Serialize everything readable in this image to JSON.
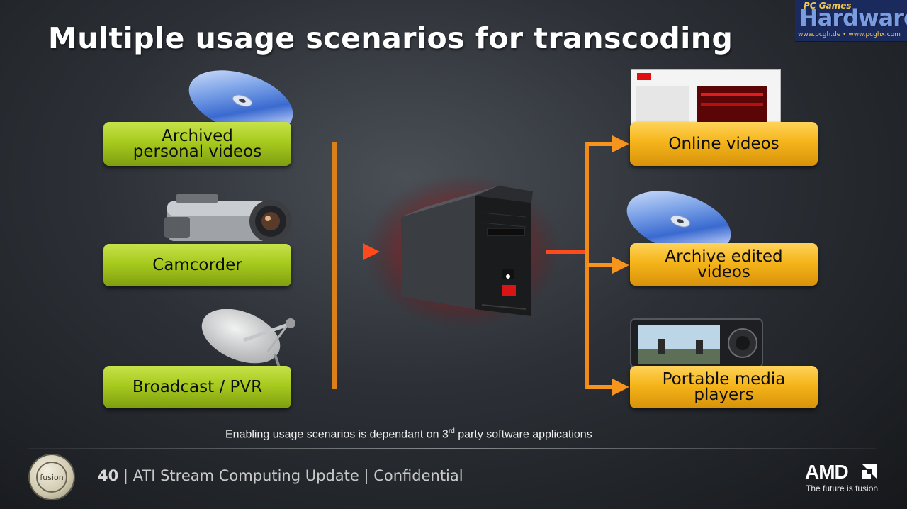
{
  "title": "Multiple usage scenarios for transcoding",
  "watermark": {
    "brand_top": "PC Games",
    "brand": "Hardware",
    "urls": "www.pcgh.de • www.pcghx.com"
  },
  "sources": [
    {
      "label_line1": "Archived",
      "label_line2": "personal videos",
      "icon": "dvd-disc-icon"
    },
    {
      "label_line1": "Camcorder",
      "label_line2": "",
      "icon": "camcorder-icon"
    },
    {
      "label_line1": "Broadcast / PVR",
      "label_line2": "",
      "icon": "satellite-dish-icon"
    }
  ],
  "outputs": [
    {
      "label_line1": "Online videos",
      "label_line2": "",
      "icon": "video-website-screenshot"
    },
    {
      "label_line1": "Archive edited",
      "label_line2": "videos",
      "icon": "dvd-disc-icon"
    },
    {
      "label_line1": "Portable media",
      "label_line2": "players",
      "icon": "media-player-icon"
    }
  ],
  "center_icon": "pc-tower-icon",
  "note": {
    "text_before": "Enabling usage scenarios is dependant on 3",
    "sup": "rd",
    "text_after": " party software applications"
  },
  "footer": {
    "page_number": "40",
    "text": " | ATI Stream Computing Update | Confidential"
  },
  "logos": {
    "fusion": "fusion",
    "amd": "AMD",
    "tagline": "The future is fusion"
  },
  "colors": {
    "green_box": "#a8cb1e",
    "orange_box": "#f5b51a",
    "arrow_orange": "#f7941d",
    "arrow_red": "#ff3b1a"
  }
}
